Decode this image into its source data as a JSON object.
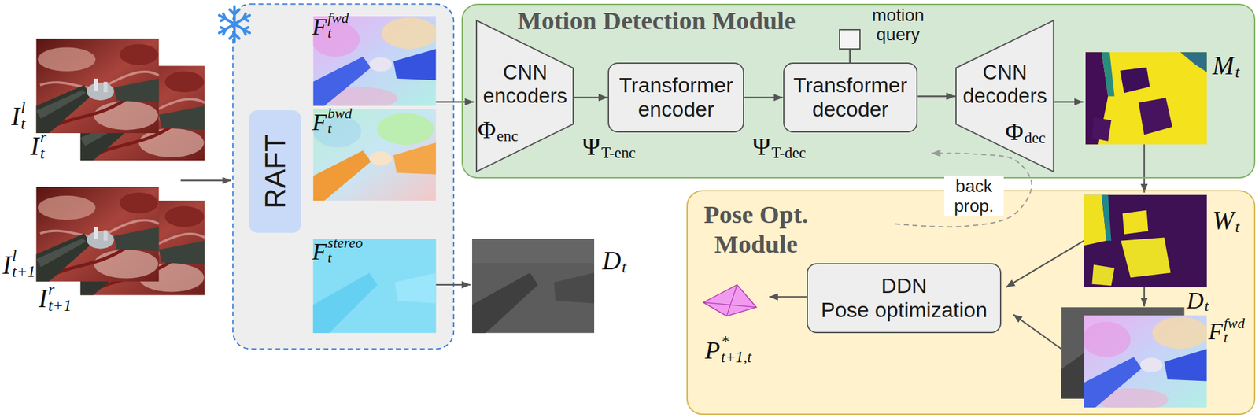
{
  "diagram": {
    "nodes": [
      {
        "text": [
          "RAFT"
        ]
      },
      {
        "text": [
          "Motion Detection Module"
        ]
      },
      {
        "text": [
          "CNN encoders"
        ],
        "in": 1
      },
      {
        "text": [
          "Transformer encoder"
        ],
        "in": 1
      },
      {
        "text": [
          "motion query"
        ],
        "in": 1
      },
      {
        "text": [
          "Transformer decoder"
        ],
        "in": 1
      },
      {
        "text": [
          "CNN decoders"
        ],
        "in": 1
      },
      {
        "text": [
          "Pose Opt. Module"
        ]
      },
      {
        "text": [
          "DDN",
          "Pose optimization"
        ],
        "in": 7
      }
    ],
    "edges": [
      {
        "from": 2,
        "to": 3,
        "arrow": "to"
      },
      {
        "from": 3,
        "to": 5,
        "arrow": "to"
      },
      {
        "from": 5,
        "to": 6,
        "arrow": "to"
      },
      {
        "from": 4,
        "to": 5,
        "arrow": "none"
      },
      {
        "from": 7,
        "to": 1,
        "label": "back prop.",
        "arrow": "to"
      }
    ],
    "labels": [
      "I",
      "t",
      "l",
      "I",
      "t",
      "r",
      "I",
      "t+1",
      "l",
      "I",
      "t+1",
      "r",
      "F",
      "t",
      "fwd",
      "F",
      "t",
      "bwd",
      "F",
      "t",
      "stereo",
      "D",
      "t",
      "Φ",
      "enc",
      "Ψ",
      "T-enc",
      "Ψ",
      "T-dec",
      "Φ",
      "dec",
      "M",
      "t",
      "W",
      "t",
      "D",
      "t",
      "F",
      "t",
      "fwd",
      "P",
      "*",
      "t+1,t"
    ]
  }
}
